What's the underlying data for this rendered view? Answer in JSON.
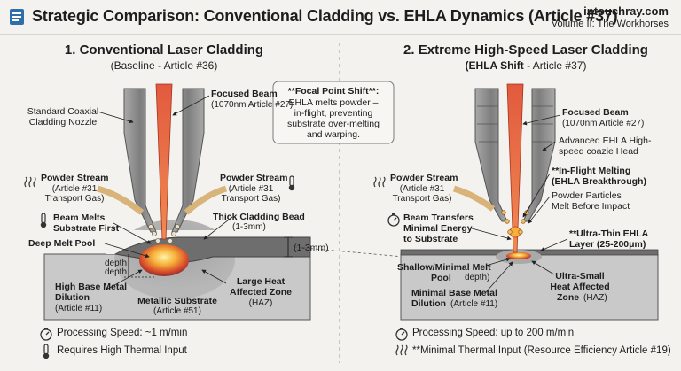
{
  "header": {
    "title": "Strategic Comparison: Conventional Cladding vs. EHLA Dynamics (Article #37)",
    "site": "intouchray.com",
    "volume": "Volume II: The Workhorses"
  },
  "left": {
    "title": "1. Conventional Laser Cladding",
    "subtitle": "(Baseline - Article #36)",
    "nozzle_label": "Standard Coaxial\nCladding Nozzle",
    "beam_label": "Focused Beam",
    "beam_note": "(1070nm Article #27)",
    "powder_left_label": "Powder Stream",
    "powder_left_note1": "(Article #31",
    "powder_left_note2": "Transport Gas)",
    "powder_right_label": "Powder Stream",
    "powder_right_note1": "(Article #31",
    "powder_right_note2": "Transport Gas)",
    "melts_label1": "Beam Melts",
    "melts_label2": "Substrate First",
    "bead_label": "Thick Cladding Bead",
    "bead_note": "(1-3mm)",
    "dimension_label": "(1-3mm)",
    "melt_pool_label": "Deep Melt Pool",
    "depth_label1": "depth",
    "depth_label2": "depth",
    "dilution_label1": "High Base Metal",
    "dilution_label2": "Dilution",
    "dilution_note": "(Article #11)",
    "substrate_label": "Metallic Substrate",
    "substrate_note": "(Article #51)",
    "haz_label1": "Large Heat",
    "haz_label2": "Affected Zone",
    "haz_note": "(HAZ)",
    "speed": "Processing Speed: ~1 m/min",
    "thermal": "Requires High Thermal Input"
  },
  "focal_box": {
    "title": "**Focal Point Shift**:",
    "line1": "EHLA melts powder –",
    "line2": "in-flight, preventing",
    "line3": "substrate over-melting",
    "line4": "and warping."
  },
  "right": {
    "title": "2. Extreme High-Speed Laser Cladding",
    "subtitle_bold": "(EHLA Shift",
    "subtitle_rest": " - Article #37)",
    "beam_label": "Focused Beam",
    "beam_note": "(1070nm Article #27)",
    "head_label1": "Advanced EHLA High-",
    "head_label2": "speed coazie Head",
    "powder_label": "Powder Stream",
    "powder_note1": "(Article #31",
    "powder_note2": "Transport Gas)",
    "inflight_label1": "**In-Flight Melting",
    "inflight_label2": "(EHLA Breakthrough)",
    "particles_label1": "Powder Particles",
    "particles_label2": "Melt Before Impact",
    "transfer_label1": "Beam Transfers",
    "transfer_label2": "Minimal Energy",
    "transfer_label3": "to Substrate",
    "thin_label1": "**Ultra-Thin EHLA",
    "thin_label2": "Layer (25-200μm)",
    "pool_label1": "Shallow/Minimal Melt",
    "pool_label2": "Pool",
    "pool_depth": "depth)",
    "dilution_label1": "Minimal Base Metal",
    "dilution_label2": "Dilution",
    "dilution_note": "(Article #11)",
    "haz_label1": "Ultra-Small",
    "haz_label2": "Heat Affected",
    "haz_label3": "Zone",
    "haz_note": "(HAZ)",
    "speed": "Processing Speed: up to 200 m/min",
    "thermal": "**Minimal Thermal Input (Resource Efficiency Article #19)"
  },
  "colors": {
    "beam": "#e0543a",
    "nozzle": "#8d8d8d",
    "substrate": "#c7c7c7",
    "bead": "#6f6f6f",
    "melt": "#f2a23a",
    "arrow": "#d9b47a",
    "background": "#f3f2ee"
  }
}
